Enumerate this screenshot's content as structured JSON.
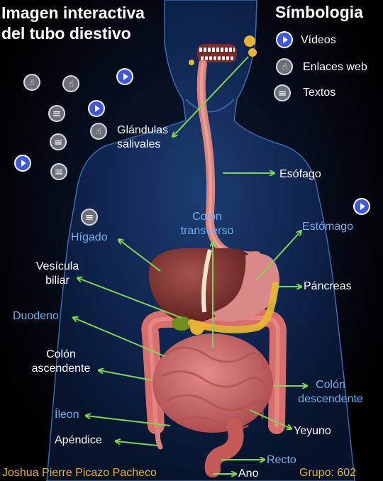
{
  "title_line1": "Imagen interactiva",
  "title_line2": "del tubo diestivo",
  "legend": {
    "title": "Símbologia",
    "videos": "Vídeos",
    "links": "Enlaces web",
    "texts": "Textos"
  },
  "labels": {
    "glandulas_1": "Glándulas",
    "glandulas_2": "salivales",
    "esofago": "Esófago",
    "colon_transverso_1": "Colón",
    "colon_transverso_2": "transverso",
    "estomago": "Estómago",
    "higado": "Hígado",
    "vesicula_1": "Vesícula",
    "vesicula_2": "biliar",
    "pancreas": "Páncreas",
    "duodeno": "Duodeno",
    "colon_ascendente_1": "Colón",
    "colon_ascendente_2": "ascendente",
    "colon_descendente_1": "Colón",
    "colon_descendente_2": "descendente",
    "ileon": "Íleon",
    "yeyuno": "Yeyuno",
    "apendice": "Apéndice",
    "recto": "Recto",
    "ano": "Ano"
  },
  "footer": {
    "author": "Joshua Pierre Picazo Pacheco",
    "group": "Grupo: 602"
  },
  "colors": {
    "arrow": "#7dd654",
    "blue_label": "#6fb1e8",
    "footer": "#e6b338",
    "video_icon": "#3e56e0"
  }
}
